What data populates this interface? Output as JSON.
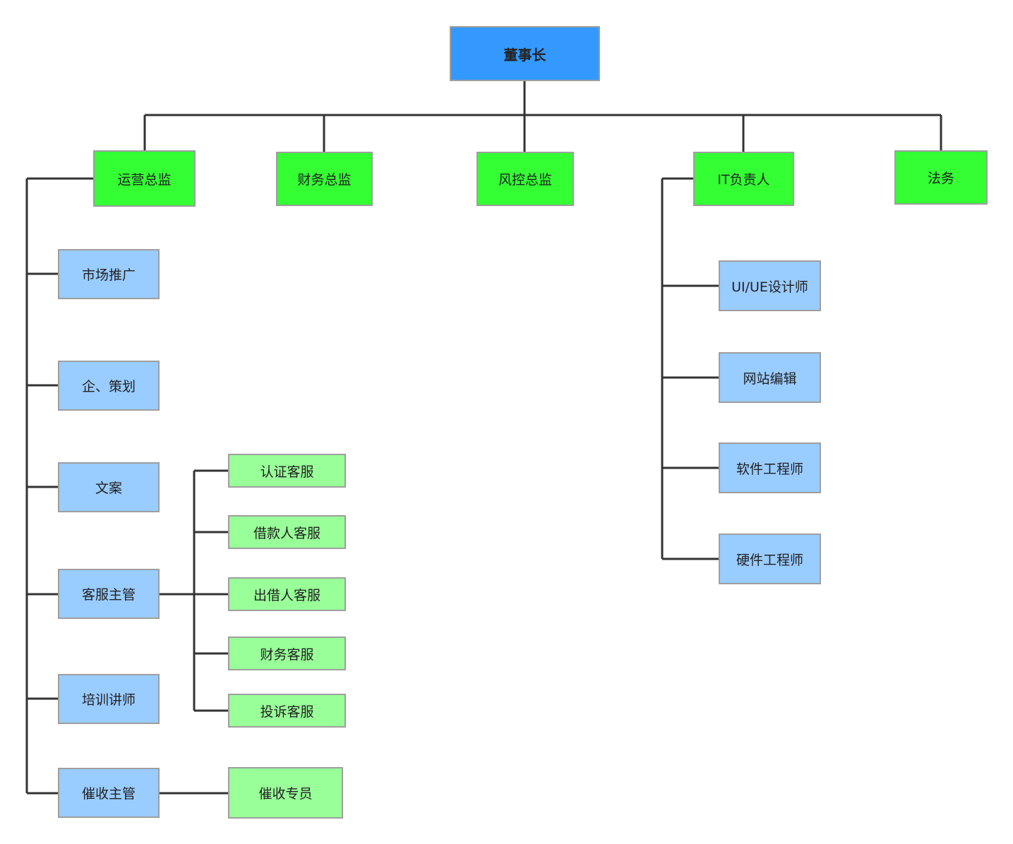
{
  "colors": {
    "root": "#3399ff",
    "level1": "#33ff33",
    "staff": "#99ccff",
    "service": "#99ff99",
    "line": "#333333"
  },
  "nodes": {
    "chairman": "董事长",
    "ops_director": "运营总监",
    "finance_director": "财务总监",
    "risk_director": "风控总监",
    "it_lead": "IT负责人",
    "legal": "法务",
    "marketing": "市场推广",
    "planning": "企、策划",
    "copywriting": "文案",
    "cs_manager": "客服主管",
    "trainer": "培训讲师",
    "collection_manager": "催收主管",
    "cs_verification": "认证客服",
    "cs_borrower": "借款人客服",
    "cs_lender": "出借人客服",
    "cs_finance": "财务客服",
    "cs_complaint": "投诉客服",
    "collection_specialist": "催收专员",
    "ui_designer": "UI/UE设计师",
    "web_editor": "网站编辑",
    "software_engineer": "软件工程师",
    "hardware_engineer": "硬件工程师"
  }
}
